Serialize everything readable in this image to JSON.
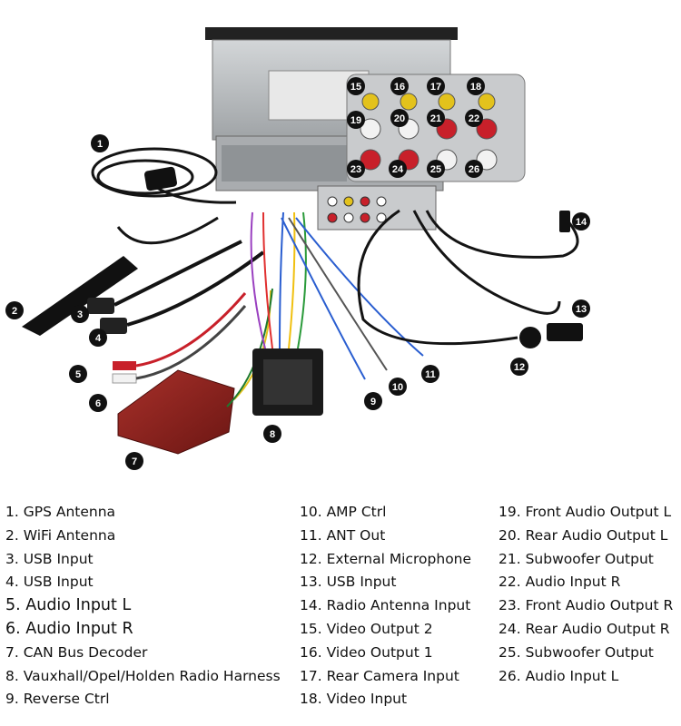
{
  "callouts": {
    "c1": "1",
    "c2": "2",
    "c3": "3",
    "c4": "4",
    "c5": "5",
    "c6": "6",
    "c7": "7",
    "c8": "8",
    "c9": "9",
    "c10": "10",
    "c11": "11",
    "c12": "12",
    "c13": "13",
    "c14": "14",
    "c15": "15",
    "c16": "16",
    "c17": "17",
    "c18": "18",
    "c19": "19",
    "c20": "20",
    "c21": "21",
    "c22": "22",
    "c23": "23",
    "c24": "24",
    "c25": "25",
    "c26": "26"
  },
  "legend": {
    "col1": [
      "1. GPS Antenna",
      "2. WiFi Antenna",
      "3. USB Input",
      "4. USB Input",
      "5. Audio Input L",
      "6. Audio Input R",
      "7. CAN Bus Decoder",
      "8. Vauxhall/Opel/Holden Radio Harness",
      "9. Reverse Ctrl"
    ],
    "col2": [
      "10. AMP Ctrl",
      "11. ANT Out",
      "12. External Microphone",
      "13. USB Input",
      "14. Radio Antenna Input",
      "15. Video Output 2",
      "16. Video Output 1",
      "17. Rear Camera Input",
      "18. Video Input"
    ],
    "col3": [
      "19. Front Audio Output L",
      "20. Rear Audio Output L",
      "21. Subwoofer Output",
      "22. Audio Input R",
      "23. Front Audio Output R",
      "24. Rear Audio Output R",
      "25. Subwoofer Output",
      "26. Audio Input L"
    ]
  },
  "colors": {
    "badge": "#111111",
    "rca_red": "#c8202a",
    "rca_yellow": "#e3c21c",
    "rca_white": "#f2f2f2",
    "decoder_red": "#8a1e1a",
    "chassis": "#b9bcbf",
    "cable": "#141414"
  }
}
